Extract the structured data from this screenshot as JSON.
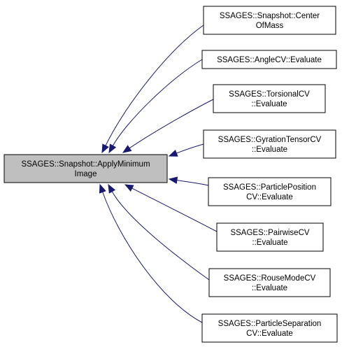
{
  "diagram": {
    "root": {
      "id": "root",
      "lines": [
        "SSAGES::Snapshot::ApplyMinimum",
        "Image"
      ]
    },
    "callers": [
      {
        "id": "c0",
        "lines": [
          "SSAGES::Snapshot::Center",
          "OfMass"
        ]
      },
      {
        "id": "c1",
        "lines": [
          "SSAGES::AngleCV::Evaluate"
        ]
      },
      {
        "id": "c2",
        "lines": [
          "SSAGES::TorsionalCV",
          "::Evaluate"
        ]
      },
      {
        "id": "c3",
        "lines": [
          "SSAGES::GyrationTensorCV",
          "::Evaluate"
        ]
      },
      {
        "id": "c4",
        "lines": [
          "SSAGES::ParticlePosition",
          "CV::Evaluate"
        ]
      },
      {
        "id": "c5",
        "lines": [
          "SSAGES::PairwiseCV",
          "::Evaluate"
        ]
      },
      {
        "id": "c6",
        "lines": [
          "SSAGES::RouseModeCV",
          "::Evaluate"
        ]
      },
      {
        "id": "c7",
        "lines": [
          "SSAGES::ParticleSeparation",
          "CV::Evaluate"
        ]
      }
    ],
    "edges": [
      {
        "from": "c0",
        "to": "root"
      },
      {
        "from": "c1",
        "to": "root"
      },
      {
        "from": "c2",
        "to": "root"
      },
      {
        "from": "c3",
        "to": "root"
      },
      {
        "from": "c4",
        "to": "root"
      },
      {
        "from": "c5",
        "to": "root"
      },
      {
        "from": "c6",
        "to": "root"
      },
      {
        "from": "c7",
        "to": "root"
      }
    ],
    "colors": {
      "edge": "#191970",
      "root_fill": "#bfbfbf",
      "node_fill": "#ffffff",
      "border": "#000000"
    }
  }
}
